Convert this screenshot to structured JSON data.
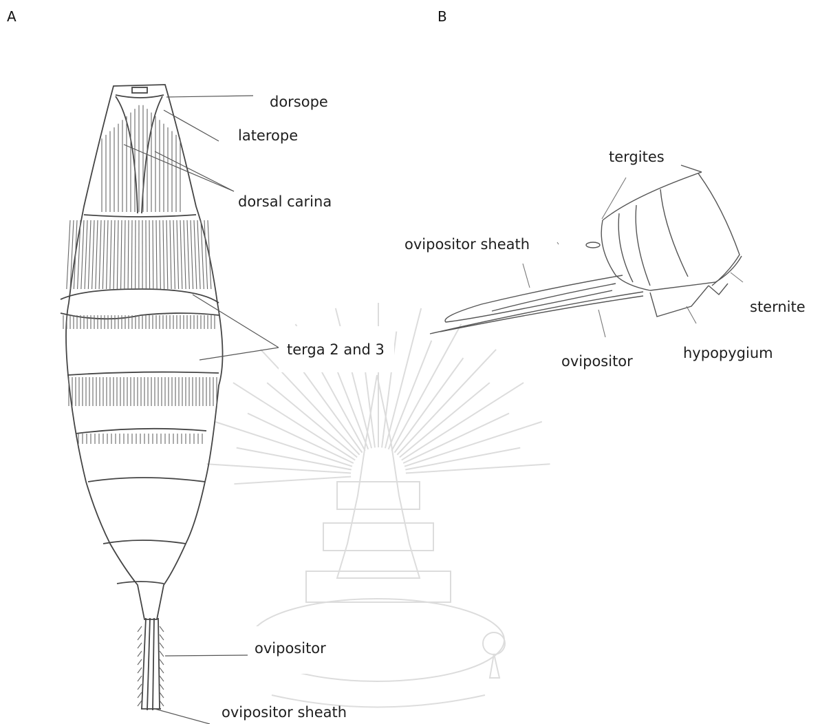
{
  "panels": {
    "a": "A",
    "b": "B"
  },
  "labels_a": {
    "dorsope": "dorsope",
    "laterope": "laterope",
    "dorsal_carina": "dorsal carina",
    "terga": "terga 2 and 3",
    "ovipositor": "ovipositor",
    "ovipositor_sheath": "ovipositor sheath"
  },
  "labels_b": {
    "tergites": "tergites",
    "ovipositor_sheath": "ovipositor sheath",
    "sternite": "sternite",
    "ovipositor": "ovipositor",
    "hypopygium": "hypopygium"
  },
  "colors": {
    "line": "#4a4a4a",
    "watermark": "#dcdcdc"
  }
}
